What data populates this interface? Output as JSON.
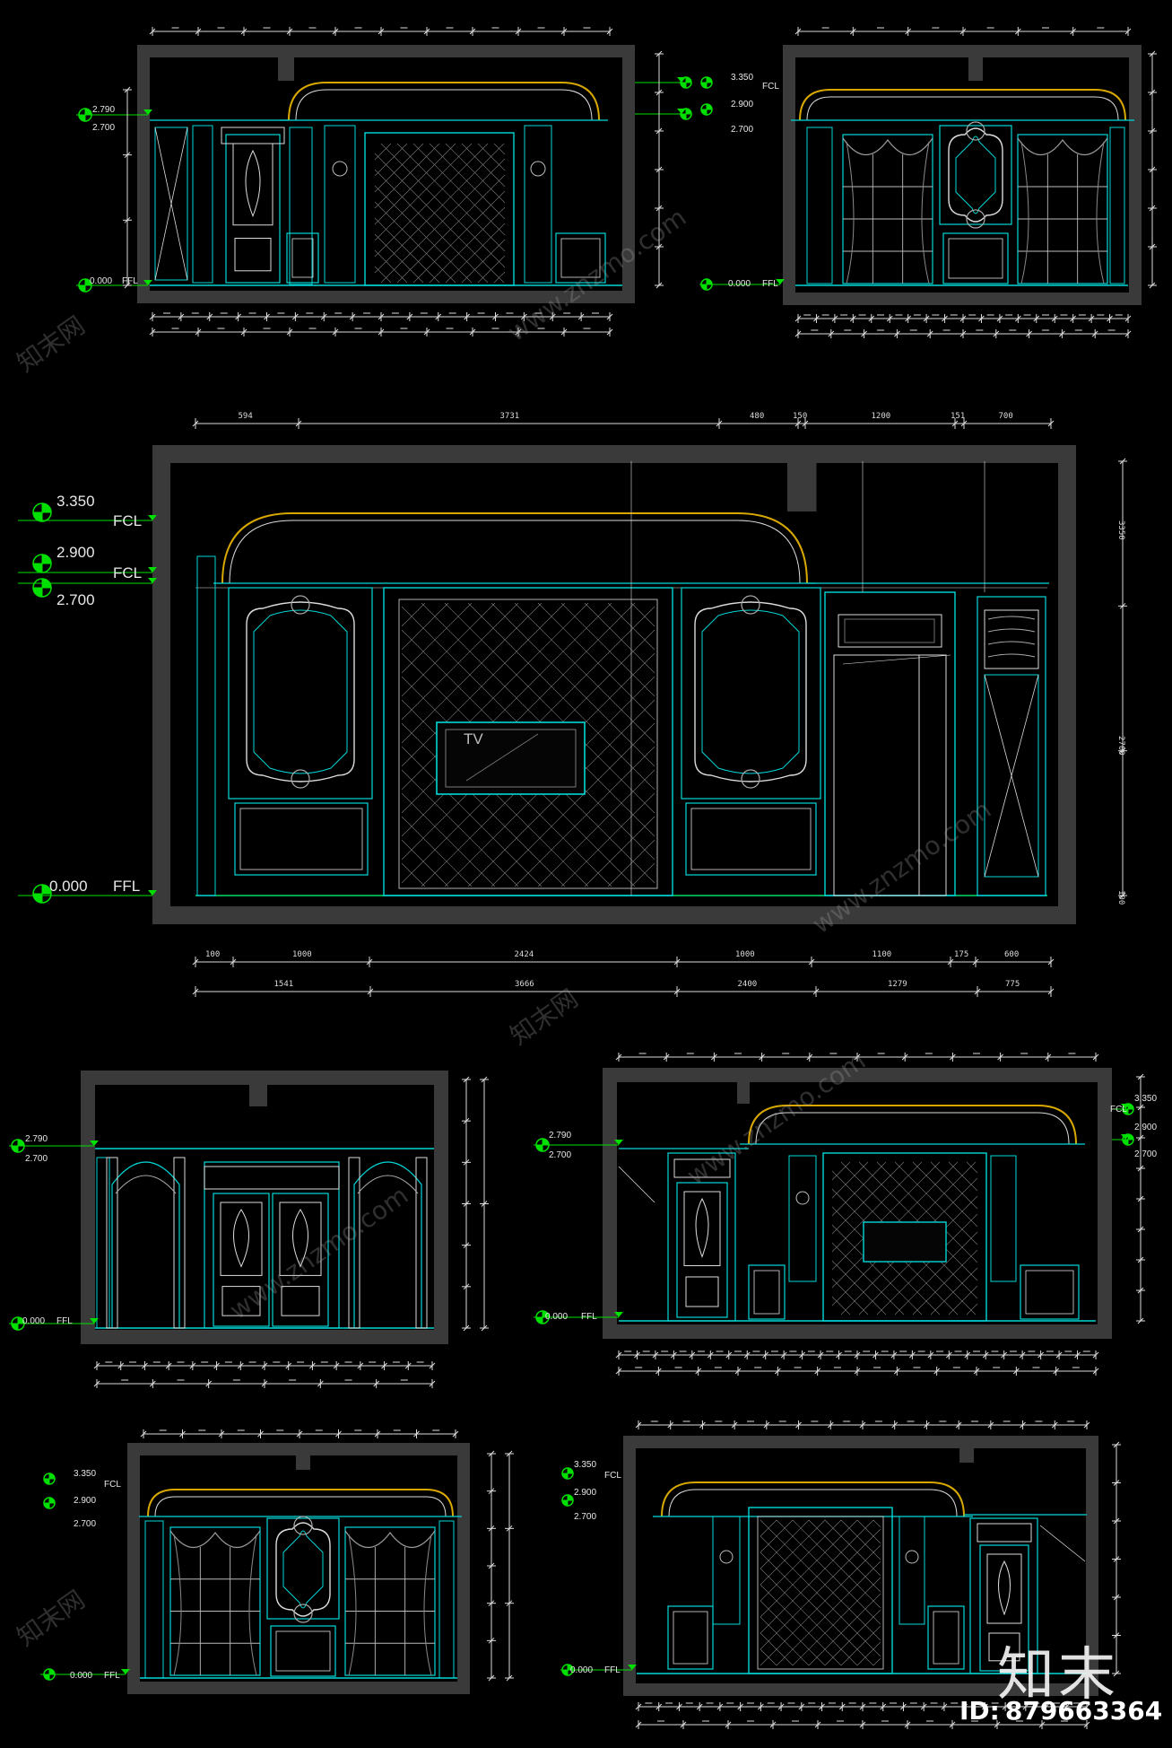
{
  "drawing": {
    "elev_labels": {
      "ceiling_high": "3.350",
      "ceiling_low": "2.900",
      "wall_top": "2.700",
      "alt_top": "2.790",
      "floor": "0.000"
    },
    "level_tags": {
      "fcl": "FCL",
      "fcl2": "FCL",
      "ffl": "FFL"
    },
    "tv_label": "TV",
    "main_dims_top": [
      "594",
      "3731",
      "480",
      "150",
      "1200",
      "151",
      "700"
    ],
    "main_dims_bottom1": [
      "100",
      "1000",
      "2424",
      "1000",
      "1100",
      "175",
      "600"
    ],
    "main_dims_bottom2": [
      "1541",
      "3666",
      "2400",
      "1279",
      "775"
    ],
    "main_dims_right": [
      "3350",
      "2700",
      "100"
    ]
  },
  "watermark": {
    "logo": "知末",
    "id_label": "ID:",
    "id_value": "879663364",
    "site": "www.znzmo.com",
    "site_cn": "知末网"
  },
  "colors": {
    "background": "#000000",
    "frame": "#3a3a3a",
    "cyan": "#00d8d8",
    "white_line": "#dcdcdc",
    "green": "#00e000",
    "gold": "#d8a800"
  }
}
